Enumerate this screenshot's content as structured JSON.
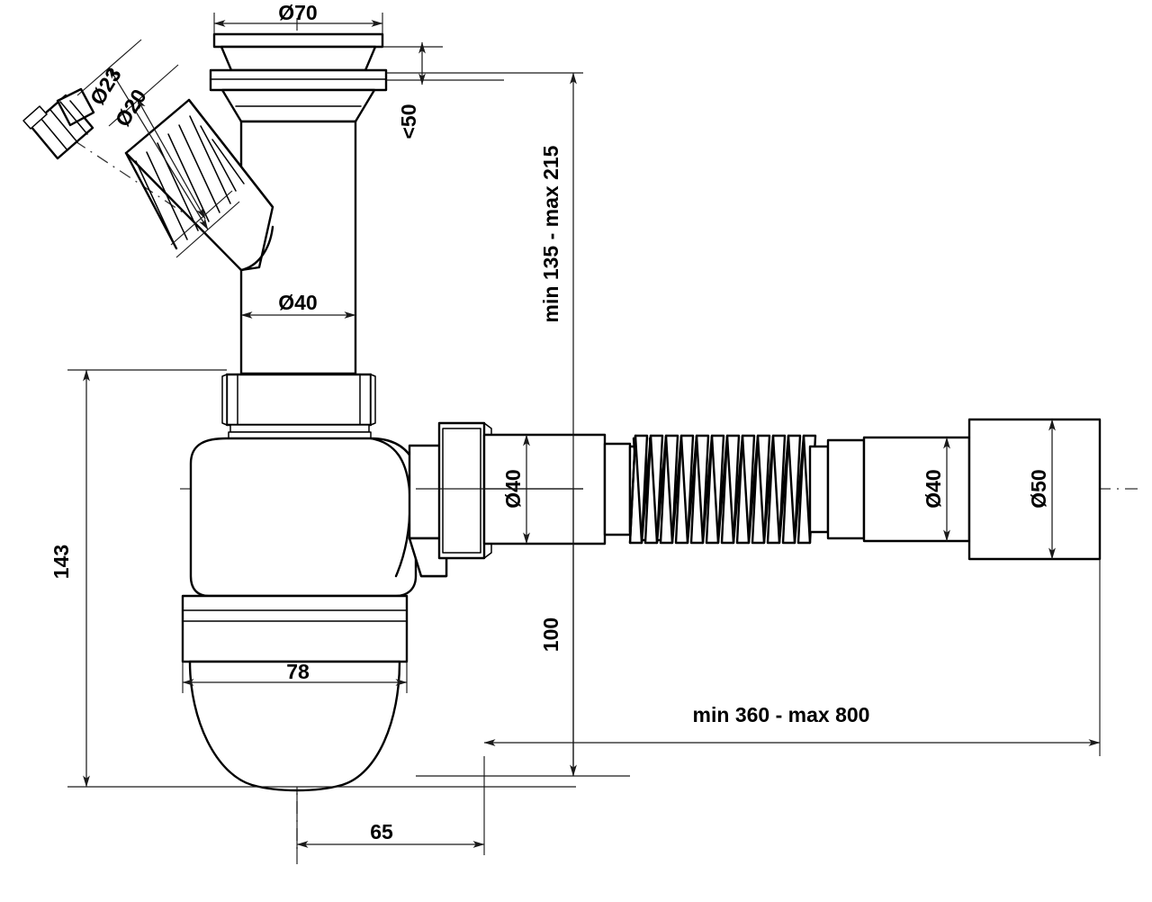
{
  "drawing": {
    "title": "Bottle trap with hose connection — dimensioned assembly drawing",
    "units": "mm",
    "line_color": "#000000",
    "background_color": "#ffffff",
    "dimension_color": "#1a1a1a"
  },
  "dimensions": {
    "flange_diameter": "Ø70",
    "hose_nut_diameter": "Ø23",
    "hose_barb_diameter": "Ø20",
    "sink_thickness": "<50",
    "inlet_pipe_diameter": "Ø40",
    "riser_height": "min 135 - max 215",
    "trap_height": "143",
    "bowl_width": "78",
    "outlet_pipe_diameter": "Ø40",
    "flex_outlet_diameter": "Ø40",
    "waste_socket_diameter": "Ø50",
    "outlet_drop": "100",
    "outlet_reach": "min 360 - max 800",
    "center_offset": "65"
  },
  "parts": {
    "hose_nut": "hose-clamp-nut",
    "hose_barb": "ribbed-hose-barb-inlet",
    "sink_flange": "sink-drain-flange",
    "riser_pipe": "vertical-riser-pipe",
    "union_nut_top": "top-union-nut",
    "trap_bowl": "bottle-trap-bowl",
    "trap_cup": "removable-trap-cup",
    "outlet_elbow": "outlet-elbow",
    "union_nut_outlet": "outlet-union-nut",
    "flex_bellows": "flexible-bellows-section",
    "waste_socket": "waste-pipe-socket"
  }
}
